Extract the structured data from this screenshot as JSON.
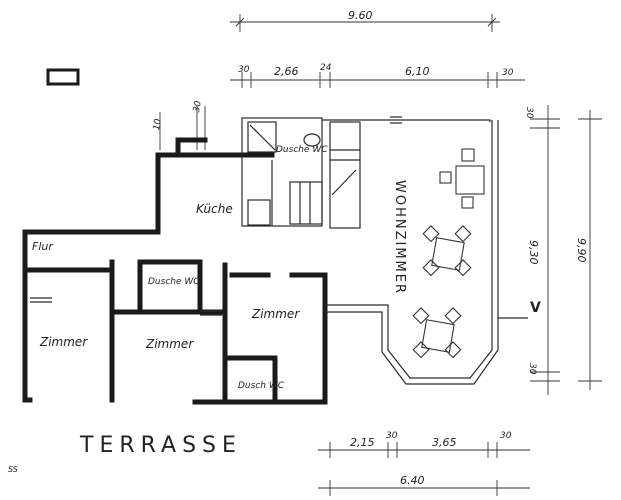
{
  "dimensions": {
    "top_total": "9.60",
    "top_wall_left": "30",
    "top_segment_1": "2,66",
    "top_wall_mid": "24",
    "top_segment_2": "6,10",
    "top_wall_right": "30",
    "right_wall_top": "30",
    "right_segment": "9,30",
    "right_total": "9,90",
    "right_wall_bottom": "30",
    "bottom_segment_1": "2,15",
    "bottom_wall_mid": "30",
    "bottom_segment_2": "3,65",
    "bottom_wall_right": "30",
    "bottom_total": "6.40",
    "upper_left_1": "10",
    "upper_left_2": "30"
  },
  "rooms": {
    "kitchen": "Küche",
    "shower_upper": "Dusche WC",
    "hallway": "Flur",
    "shower_middle": "Dusche WC",
    "room_left": "Zimmer",
    "room_middle": "Zimmer",
    "room_right": "Zimmer",
    "shower_bottom": "Dusch WC",
    "living_room": "WOHNZIMMER"
  },
  "labels": {
    "terrace": "TERRASSE",
    "section_mark": "V",
    "corner_note": "SS"
  }
}
